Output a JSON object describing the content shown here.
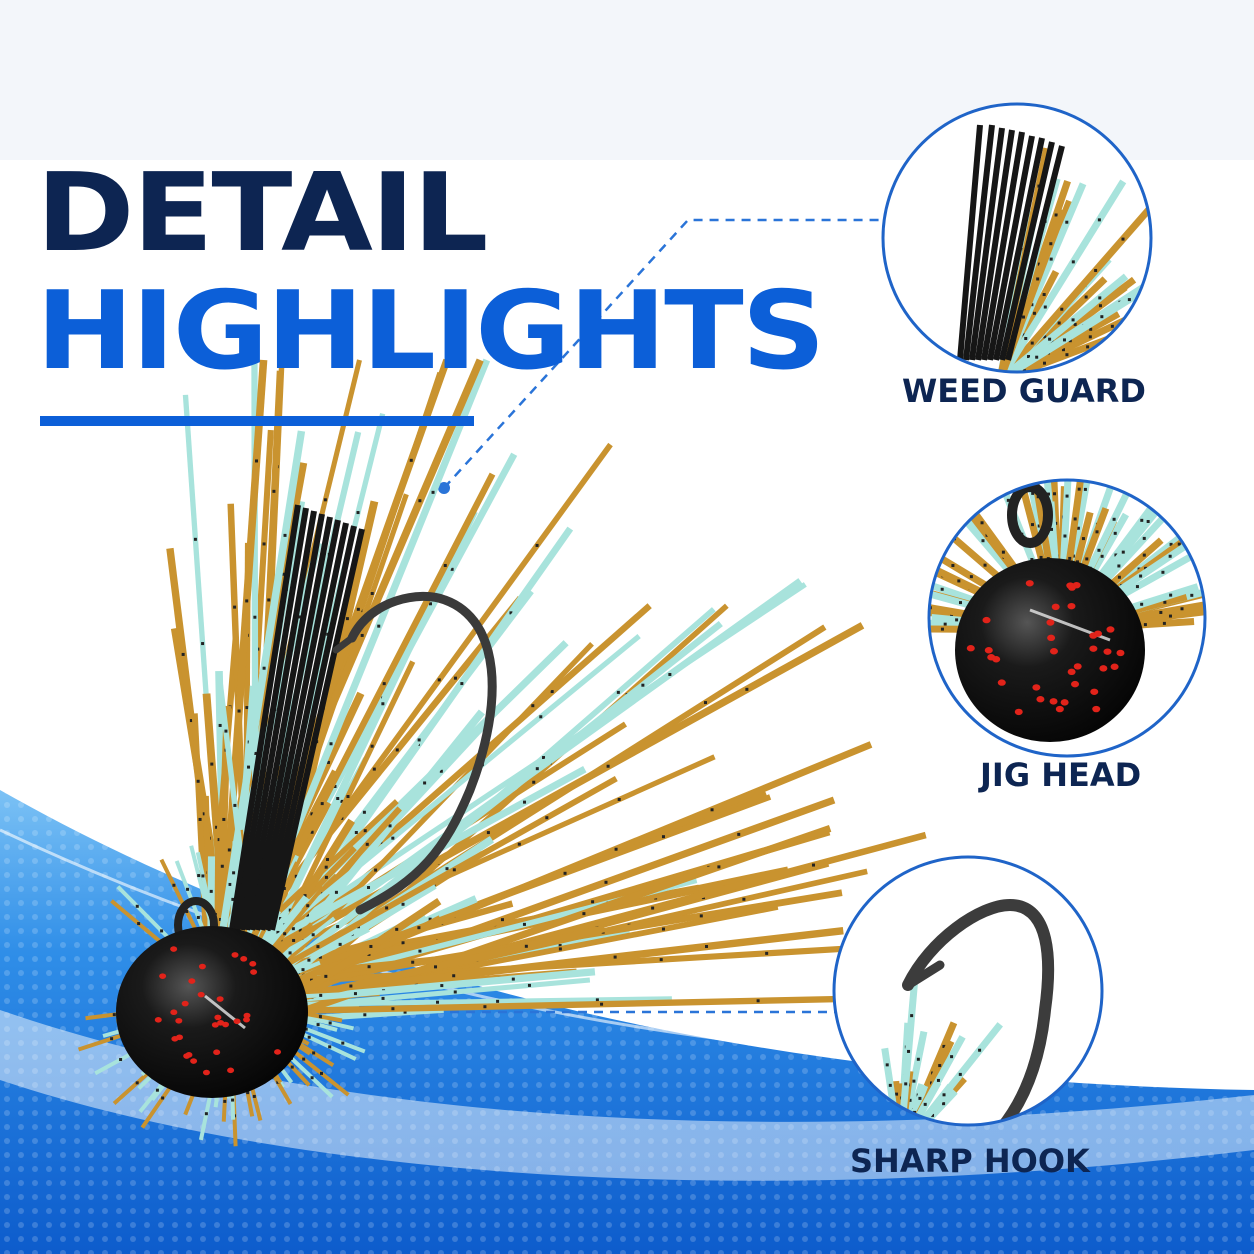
{
  "heading": {
    "line1": "DETAIL",
    "line2": "HIGHLIGHTS"
  },
  "callouts": [
    {
      "label": "WEED GUARD",
      "icon": "weed-guard-detail-icon"
    },
    {
      "label": "JIG HEAD",
      "icon": "jig-head-detail-icon"
    },
    {
      "label": "SHARP HOOK",
      "icon": "sharp-hook-detail-icon"
    }
  ],
  "colors": {
    "navy": "#0d2552",
    "accent_blue": "#0c5fd8",
    "skirt_tan": "#c9932f",
    "skirt_aqua": "#a8e3dc",
    "jig_black": "#121212",
    "dot_red": "#e2231a"
  }
}
